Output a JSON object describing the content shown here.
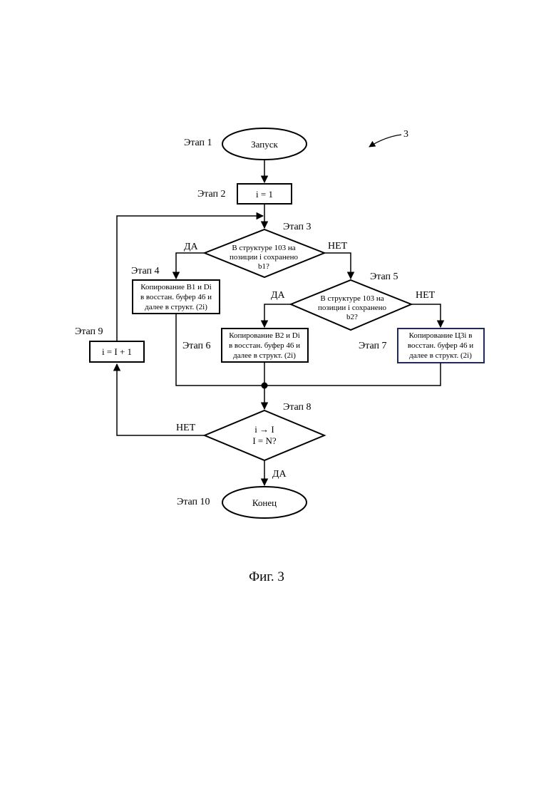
{
  "figure_ref": "3",
  "caption": "Фиг. 3",
  "stages": {
    "s1": "Этап 1",
    "s2": "Этап 2",
    "s3": "Этап 3",
    "s4": "Этап 4",
    "s5": "Этап 5",
    "s6": "Этап 6",
    "s7": "Этап 7",
    "s8": "Этап 8",
    "s9": "Этап 9",
    "s10": "Этап 10"
  },
  "nodes": {
    "start": "Запуск",
    "init": "i = 1",
    "decision1": [
      "В структуре 103 на",
      "позиции i сохранено",
      "b1?"
    ],
    "copy_b1": [
      "Копирование B1 и Di",
      "в восстан. буфер 46 и",
      "далее в структ. (2i)"
    ],
    "decision2": [
      "В структуре 103 на",
      "позиции i сохранено",
      "b2?"
    ],
    "copy_b2": [
      "Копирование B2 и Di",
      "в восстан. буфер 46 и",
      "далее в структ. (2i)"
    ],
    "copy_c3": [
      "Копирование Ц3i в",
      "восстан. буфер 46 и",
      "далее в структ. (2i)"
    ],
    "decision3": [
      "i → I",
      "I = N?"
    ],
    "increment": "i = I + 1",
    "end": "Конец"
  },
  "branches": {
    "d1_yes": "ДА",
    "d1_no": "НЕТ",
    "d2_yes": "ДА",
    "d2_no": "НЕТ",
    "d3_no": "НЕТ",
    "d3_yes": "ДА"
  },
  "colors": {
    "line": "#000000",
    "highlight_box": "#1f2a5a"
  }
}
